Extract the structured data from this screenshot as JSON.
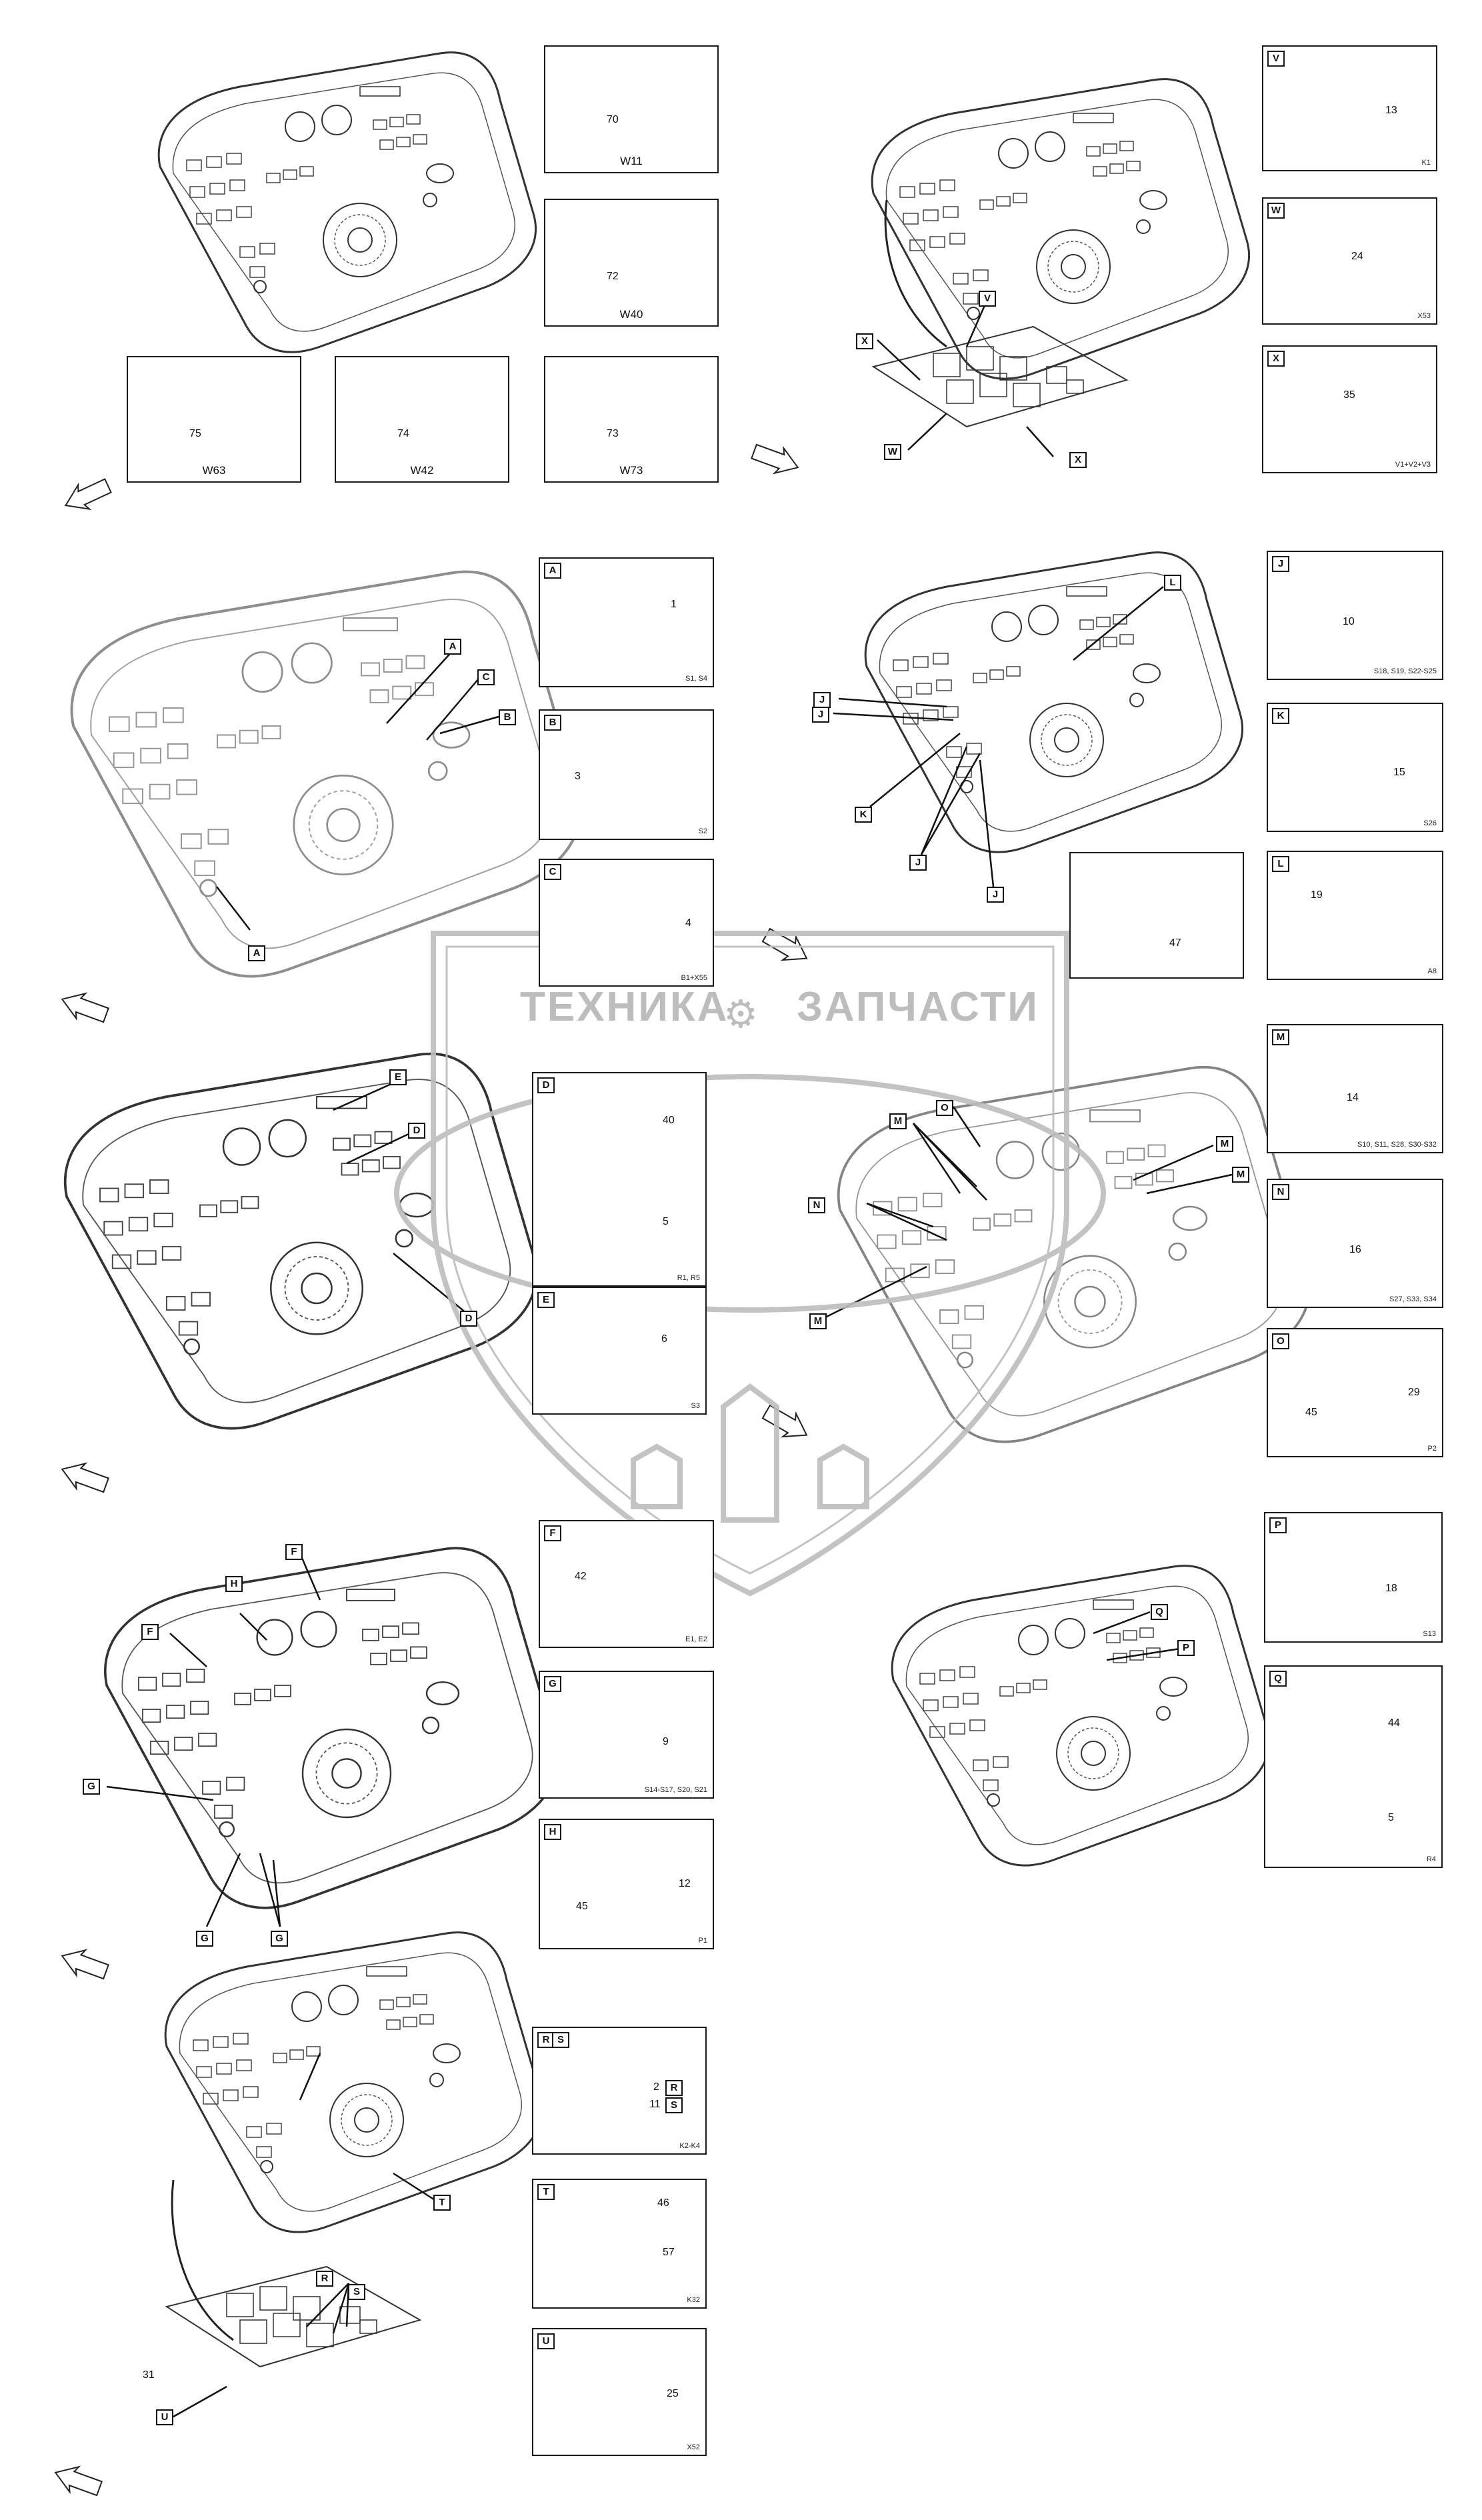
{
  "harness_boxes": [
    {
      "num": "70",
      "label": "W11"
    },
    {
      "num": "72",
      "label": "W40"
    },
    {
      "num": "73",
      "label": "W73"
    },
    {
      "num": "75",
      "label": "W63"
    },
    {
      "num": "74",
      "label": "W42"
    }
  ],
  "part_boxes": {
    "A": {
      "letter": "A",
      "num": "1",
      "code": "S1, S4"
    },
    "B": {
      "letter": "B",
      "num": "3",
      "code": "S2"
    },
    "C": {
      "letter": "C",
      "num": "4",
      "code": "B1+X55"
    },
    "D": {
      "letter": "D",
      "num_top": "40",
      "num_bottom": "5",
      "code": "R1, R5"
    },
    "E": {
      "letter": "E",
      "num": "6",
      "code": "S3"
    },
    "F": {
      "letter": "F",
      "num": "42",
      "code": "E1, E2"
    },
    "G": {
      "letter": "G",
      "num": "9",
      "code": "S14-S17, S20, S21"
    },
    "H": {
      "letter": "H",
      "num_a": "45",
      "num_b": "12",
      "code": "P1"
    },
    "RS": {
      "letter_r": "R",
      "letter_s": "S",
      "num_a": "2",
      "num_b": "11",
      "code": "K2-K4"
    },
    "T": {
      "letter": "T",
      "num_top": "46",
      "num_bottom": "57",
      "code": "K32"
    },
    "U": {
      "letter": "U",
      "num": "25",
      "code": "X52"
    },
    "V": {
      "letter": "V",
      "num": "13",
      "code": "K1"
    },
    "W": {
      "letter": "W",
      "num": "24",
      "code": "X53"
    },
    "X": {
      "letter": "X",
      "num": "35",
      "code": "V1+V2+V3"
    },
    "J": {
      "letter": "J",
      "num": "10",
      "code": "S18, S19, S22-S25"
    },
    "K": {
      "letter": "K",
      "num": "15",
      "code": "S26"
    },
    "L": {
      "letter": "L",
      "num": "19",
      "code": "A8"
    },
    "panel47": {
      "num": "47"
    },
    "M": {
      "letter": "M",
      "num": "14",
      "code": "S10, S11, S28, S30-S32"
    },
    "N": {
      "letter": "N",
      "num": "16",
      "code": "S27, S33, S34"
    },
    "O": {
      "letter": "O",
      "num_a": "45",
      "num_b": "29",
      "code": "P2"
    },
    "P": {
      "letter": "P",
      "num": "18",
      "code": "S13"
    },
    "Q": {
      "letter": "Q",
      "num_top": "44",
      "num_bottom": "5",
      "code": "R4"
    }
  },
  "callouts": {
    "A": "A",
    "B": "B",
    "C": "C",
    "D": "D",
    "E": "E",
    "F": "F",
    "G": "G",
    "H": "H",
    "J": "J",
    "K": "K",
    "L": "L",
    "M": "M",
    "N": "N",
    "O": "O",
    "P": "P",
    "Q": "Q",
    "R": "R",
    "S": "S",
    "T": "T",
    "U": "U",
    "V": "V",
    "W": "W",
    "X": "X"
  },
  "ref_31": "31",
  "watermark": {
    "left": "ТЕХНИКА",
    "right": "ЗАПЧАСТИ"
  },
  "colors": {
    "line": "#1a1a1a",
    "faint": "#9a9a9a",
    "watermark": "#bdbdbd"
  }
}
